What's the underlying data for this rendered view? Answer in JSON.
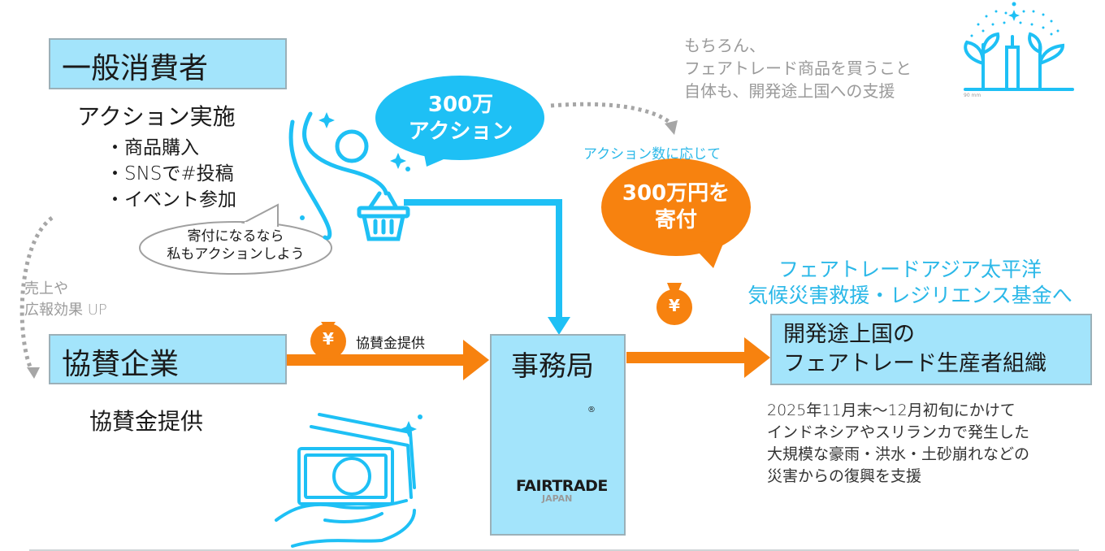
{
  "colors": {
    "box_fill": "#a3e4fb",
    "cyan_accent": "#1ec0f5",
    "orange_accent": "#f7820f",
    "gray_text": "#9a9a9a"
  },
  "consumer": {
    "title": "一般消費者",
    "action_heading": "アクション実施",
    "actions": [
      "・商品購入",
      "・SNSで#投稿",
      "・イベント参加"
    ],
    "speech_line1": "寄付になるなら",
    "speech_line2": "私もアクションしよう"
  },
  "actions_bubble": {
    "line1": "300万",
    "line2": "アクション"
  },
  "note_top": {
    "line1": "もちろん、",
    "line2": "フェアトレード商品を買うこと",
    "line3": "自体も、開発途上国への支援"
  },
  "plant_icon_caption": "90 mm",
  "according_label": "アクション数に応じて",
  "donation_bubble": {
    "line1": "300万円を",
    "line2": "寄付"
  },
  "fund": {
    "line1": "フェアトレードアジア太平洋",
    "line2": "気候災害救援・レジリエンス基金へ"
  },
  "sales_note": {
    "line1": "売上や",
    "line2": "広報効果 UP"
  },
  "sponsor": {
    "title": "協賛企業",
    "arrow_label": "協賛金提供",
    "subtitle": "協賛金提供",
    "yen_symbol": "¥"
  },
  "secretariat": {
    "title": "事務局",
    "logo_text": "FAIRTRADE",
    "logo_subtext": "JAPAN",
    "registered_mark": "®"
  },
  "producers": {
    "line1": "開発途上国の",
    "line2": "フェアトレード生産者組織",
    "yen_symbol": "¥"
  },
  "disaster_note": {
    "line1": "2025年11月末～12月初旬にかけて",
    "line2": "インドネシアやスリランカで発生した",
    "line3": "大規模な豪雨・洪水・土砂崩れなどの",
    "line4": "災害からの復興を支援"
  }
}
